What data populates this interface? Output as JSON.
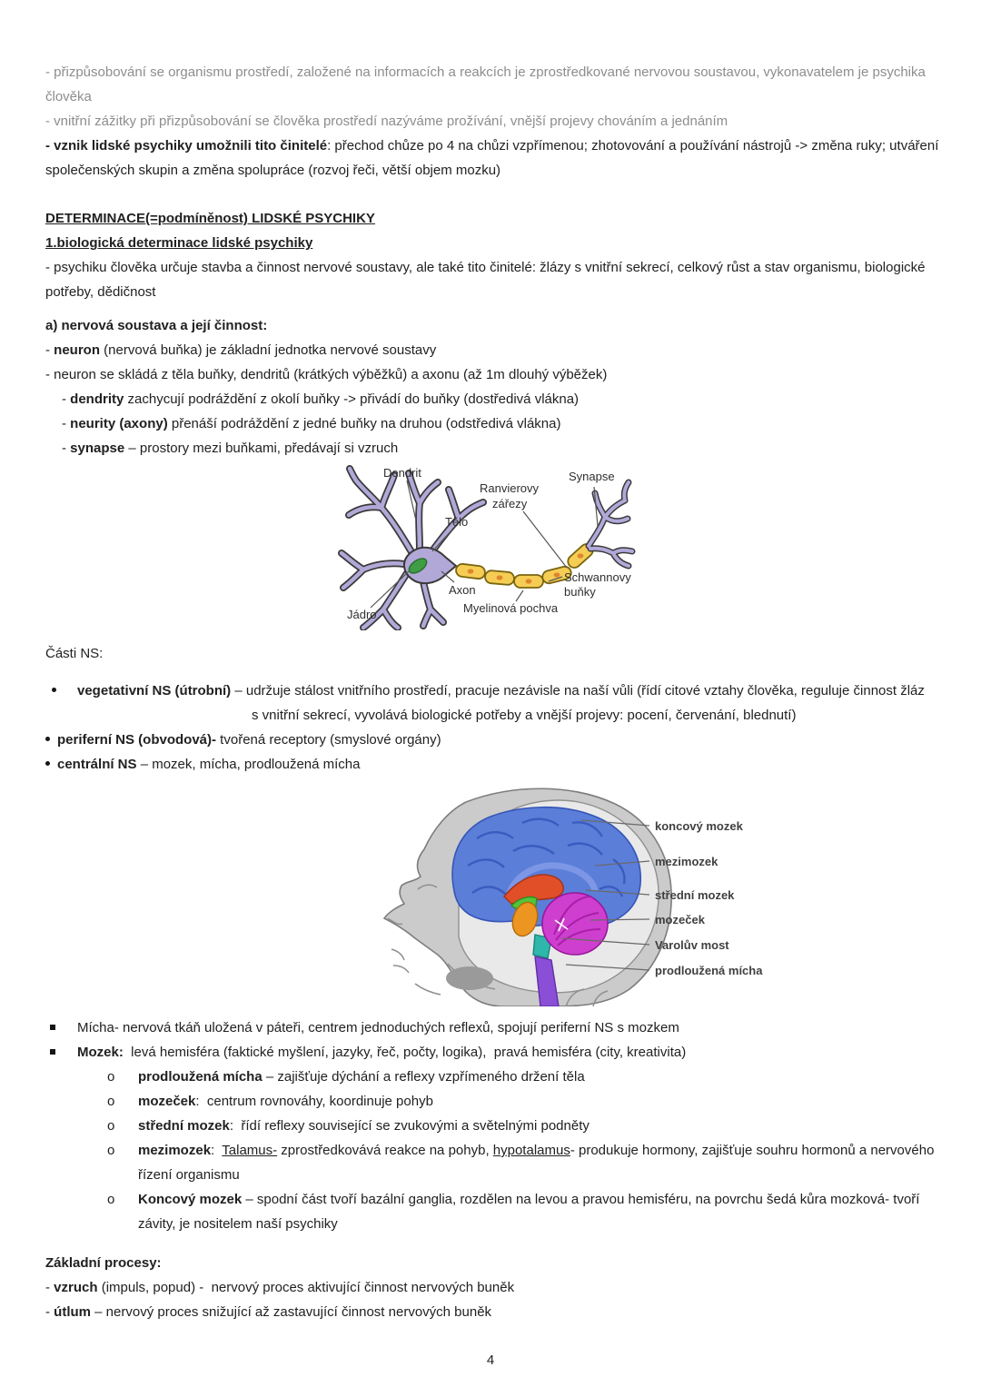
{
  "page": {
    "number": "4"
  },
  "intro": {
    "gray1a": "- přizpůsobování se organismu prostředí, založené na informacích a reakcích je zprostředkované nervovou soustavou, vykonavatelem je psychika",
    "gray1b": "člověka",
    "gray2": "- vnitřní zážitky při přizpůsobování se člověka prostředí nazýváme prožívání, vnější projevy chováním a jednáním",
    "vznik_bold": "- vznik lidské psychiky umožnili tito činitelé",
    "vznik_rest": ": přechod chůze po 4 na chůzi vzpřímenou; zhotovování a používání nástrojů -> změna ruky; utváření",
    "vznik_line2": "společenských skupin a změna spolupráce (rozvoj řeči, větší objem mozku)"
  },
  "determinace": {
    "heading": "DETERMINACE(=podmíněnost) LIDSKÉ PSYCHIKY",
    "subheading": "1.biologická determinace lidské psychiky",
    "body1": "- psychiku člověka určuje stavba a činnost nervové soustavy, ale také tito činitelé: žlázy s vnitřní sekrecí, celkový růst a stav organismu, biologické",
    "body2": "potřeby, dědičnost"
  },
  "nervova_soustava": {
    "heading": "a) nervová soustava a její činnost:",
    "neuron_pre": "- ",
    "neuron_bold": "neuron",
    "neuron_rest": " (nervová buňka) je základní jednotka nervové soustavy",
    "sklada": "- neuron se skládá z těla buňky, dendritů (krátkých výběžků) a axonu (až 1m dlouhý výběžek)",
    "dendrity_pre": "- ",
    "dendrity_bold": "dendrity",
    "dendrity_rest": " zachycují podráždění z okolí buňky -> přivádí do buňky (dostředivá vlákna)",
    "neurity_pre": "- ",
    "neurity_bold": "neurity (axony)",
    "neurity_rest": " přenáší podráždění z jedné buňky na druhou (odstředivá vlákna)",
    "synapse_pre": "- ",
    "synapse_bold": "synapse",
    "synapse_rest": " – prostory mezi buňkami, předávají si vzruch"
  },
  "neuron_figure": {
    "labels": {
      "dendrit": "Dendrit",
      "telo": "Tělo",
      "ranvierovy1": "Ranvierovy",
      "ranvierovy2": "zářezy",
      "synapse": "Synapse",
      "axon": "Axon",
      "myelinova": "Myelinová pochva",
      "schwannovy1": "Schwannovy",
      "schwannovy2": "buňky",
      "jadro": "Jádro"
    },
    "colors": {
      "soma": "#b2a8d8",
      "outline": "#3a3a3a",
      "nucleus": "#3f9e44",
      "myelin": "#f5cd55",
      "myelin_stroke": "#7a650f",
      "myelin_dot": "#e0862c"
    }
  },
  "casti_ns": {
    "title": "Části NS:",
    "b1_bold": "vegetativní NS (útrobní)",
    "b1_rest": " – udržuje stálost vnitřního prostředí, pracuje nezávisle na naší vůli (řídí citové vztahy člověka, reguluje činnost žláz",
    "b1_line2": "s vnitřní sekrecí, vyvolává biologické potřeby a vnější projevy: pocení, červenání, blednutí)",
    "b2_bold": "periferní NS (obvodová)-",
    "b2_rest": " tvořená receptory (smyslové orgány)",
    "b3_bold": "centrální NS",
    "b3_rest": " – mozek, mícha, prodloužená mícha"
  },
  "brain_figure": {
    "labels": [
      "koncový mozek",
      "mezimozek",
      "střední mozek",
      "mozeček",
      "Varolův most",
      "prodloužená mícha"
    ],
    "colors": {
      "head": "#cbcbcb",
      "cavity": "#e9e9e9",
      "cerebrum": "#5b7ed8",
      "cerebrum_line": "#3a5cc0",
      "cerebellum": "#cf3fcf",
      "diencephalon": "#e04f28",
      "midbrain": "#52c43c",
      "pons_oval": "#ec9520",
      "pons": "#2fb7ac",
      "medulla": "#8a4fd6"
    }
  },
  "mozek_section": {
    "micha": "Mícha- nervová tkáň uložená v páteři, centrem jednoduchých reflexů, spojují periferní NS s mozkem",
    "mozek_bold": "Mozek:",
    "mozek_rest": "  levá hemisféra (faktické myšlení, jazyky, řeč, počty, logika),  pravá hemisféra (city, kreativita)",
    "sub_bullet": "o",
    "o1_bold": "prodloužená mícha",
    "o1_rest": " – zajišťuje dýchání a reflexy vzpřímeného držení těla",
    "o2_bold": "mozeček",
    "o2_rest": ":  centrum rovnováhy, koordinuje pohyb",
    "o3_bold": "střední mozek",
    "o3_rest": ":  řídí reflexy související se zvukovými a světelnými podněty",
    "o4_bold": "mezimozek",
    "o4_colon": ":  ",
    "o4_u1": "Talamus-",
    "o4_mid": " zprostředkovává reakce na pohyb, ",
    "o4_u2": "hypotalamus",
    "o4_rest": "- produkuje hormony, zajišťuje souhru hormonů a nervového",
    "o4_line2": "řízení organismu",
    "o5_bold": "Koncový mozek",
    "o5_rest": " – spodní část tvoří bazální ganglia, rozdělen na levou a pravou hemisféru, na povrchu šedá kůra mozková- tvoří",
    "o5_line2": "závity, je nositelem naší psychiky"
  },
  "zakladni_procesy": {
    "heading": "Základní procesy:",
    "vzruch_pre": "- ",
    "vzruch_bold": "vzruch",
    "vzruch_rest": " (impuls, popud) -  nervový proces aktivující činnost nervových buněk",
    "utlum_pre": "- ",
    "utlum_bold": "útlum",
    "utlum_rest": " – nervový proces snižující až zastavující činnost nervových buněk"
  }
}
